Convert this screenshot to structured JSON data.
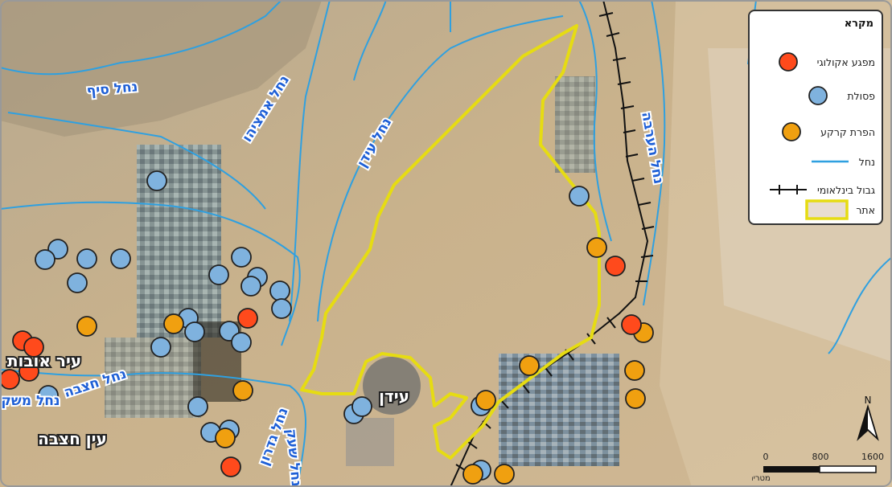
{
  "legend": {
    "title": "מקרא",
    "items": [
      {
        "label": "מפגע אקולוגי",
        "symbol": "circle",
        "color": "#ff4a1c"
      },
      {
        "label": "פסולת",
        "symbol": "circle",
        "color": "#7fb2de"
      },
      {
        "label": "הפרת קרקע",
        "symbol": "circle",
        "color": "#f0a010"
      },
      {
        "label": "נחל",
        "symbol": "line",
        "color": "#2fa0e0"
      },
      {
        "label": "גבול בינלאומי",
        "symbol": "border",
        "color": "#111111"
      },
      {
        "label": "אתר",
        "symbol": "polygon",
        "color": "#e6dc12"
      }
    ]
  },
  "river_labels": [
    "נחל סיף",
    "נחל אמציהו",
    "נחל עידן",
    "נחל הערבה",
    "נחל חצבה",
    "נחל משק",
    "נחל גדרון",
    "נחל שעק"
  ],
  "town_labels": [
    "עיר אובות",
    "עין חצבה",
    "עידן"
  ],
  "north": "N",
  "scale": {
    "ticks": [
      "0",
      "800",
      "1600"
    ],
    "unit": "מטרים"
  },
  "colors": {
    "ecological": "#ff4a1c",
    "waste": "#7fb2de",
    "disturbance": "#f0a010",
    "river": "#2fa0e0",
    "site": "#e6dc12",
    "border": "#111111"
  }
}
